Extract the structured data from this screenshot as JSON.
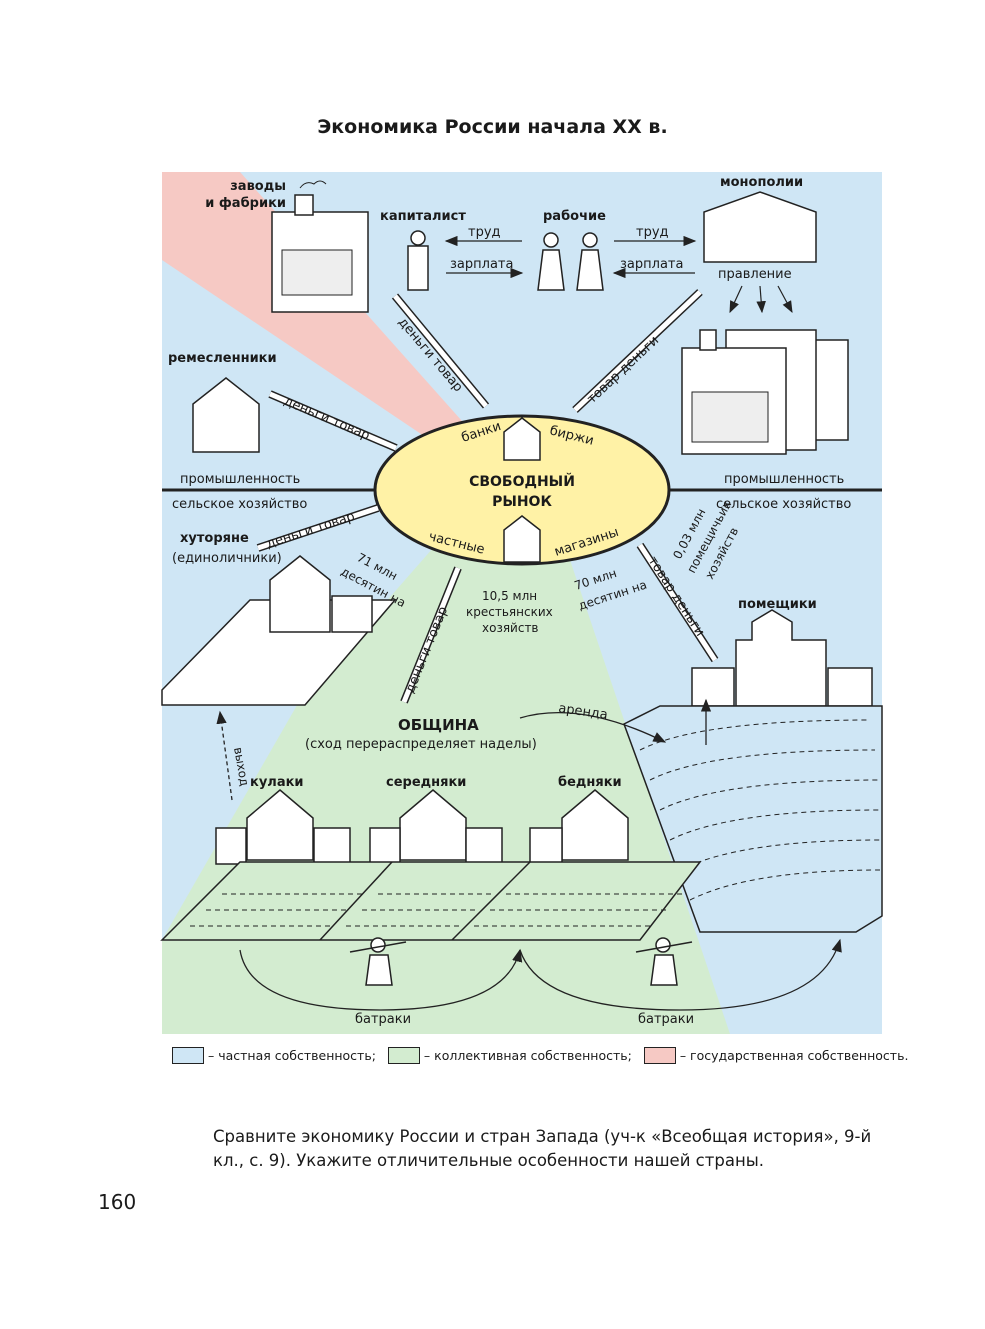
{
  "title": "Экономика России начала XX в.",
  "market": {
    "line1": "СВОБОДНЫЙ",
    "line2": "РЫНОК",
    "banks": "банки",
    "exchanges": "биржи",
    "private": "частные",
    "shops": "магазины"
  },
  "sectors": {
    "industry_left": "промышленность",
    "agriculture_left": "сельское хозяйство",
    "industry_right": "промышленность",
    "agriculture_right": "сельское хозяйство"
  },
  "industry": {
    "factories": [
      "заводы",
      "и фабрики"
    ],
    "capitalist": "капиталист",
    "workers": "рабочие",
    "monopolies": "монополии",
    "management": "правление",
    "craftsmen": "ремесленники",
    "labor_left": "труд",
    "wage_left": "зарплата",
    "labor_right": "труд",
    "wage_right": "зарплата"
  },
  "arrows": {
    "capitalist_market": "деньги товар",
    "monopoly_market": "товар деньги",
    "craftsmen_market": "деньги товар",
    "khutor_market": "деньги товар",
    "obshchina_market": "деньги товар",
    "landlord_market": "товар деньги"
  },
  "agriculture": {
    "khutoryane": "хуторяне",
    "khutoryane_note": "(единоличники)",
    "khutor_land": [
      "71 млн",
      "десятин  на"
    ],
    "peasant_households": [
      "10,5 млн",
      "крестьянских",
      "хозяйств"
    ],
    "landlord_land": [
      "70 млн",
      "десятин  на"
    ],
    "landlord_households": [
      "0,03 млн",
      "помещичьих",
      "хозяйств"
    ],
    "landlords": "помещики",
    "obshchina": "ОБЩИНА",
    "obshchina_note": "(сход перераспределяет наделы)",
    "rent": "аренда",
    "exit": "выход",
    "kulaks": "кулаки",
    "serednyaki": "середняки",
    "bednyaki": "бедняки",
    "batraki_left": "батраки",
    "batraki_right": "батраки"
  },
  "legend": {
    "private": "– частная собственность;",
    "collective": "– коллективная собственность;",
    "state": "– государственная собственность.",
    "colors": {
      "private": "#cfe6f5",
      "collective": "#d3ecd0",
      "state": "#f6c9c4",
      "market": "#fff2a6"
    }
  },
  "question": "Сравните экономику России и стран Запада (уч-к «Всеобщая история», 9-й кл., с. 9). Укажите отличительные особенности нашей страны.",
  "page_number": "160"
}
